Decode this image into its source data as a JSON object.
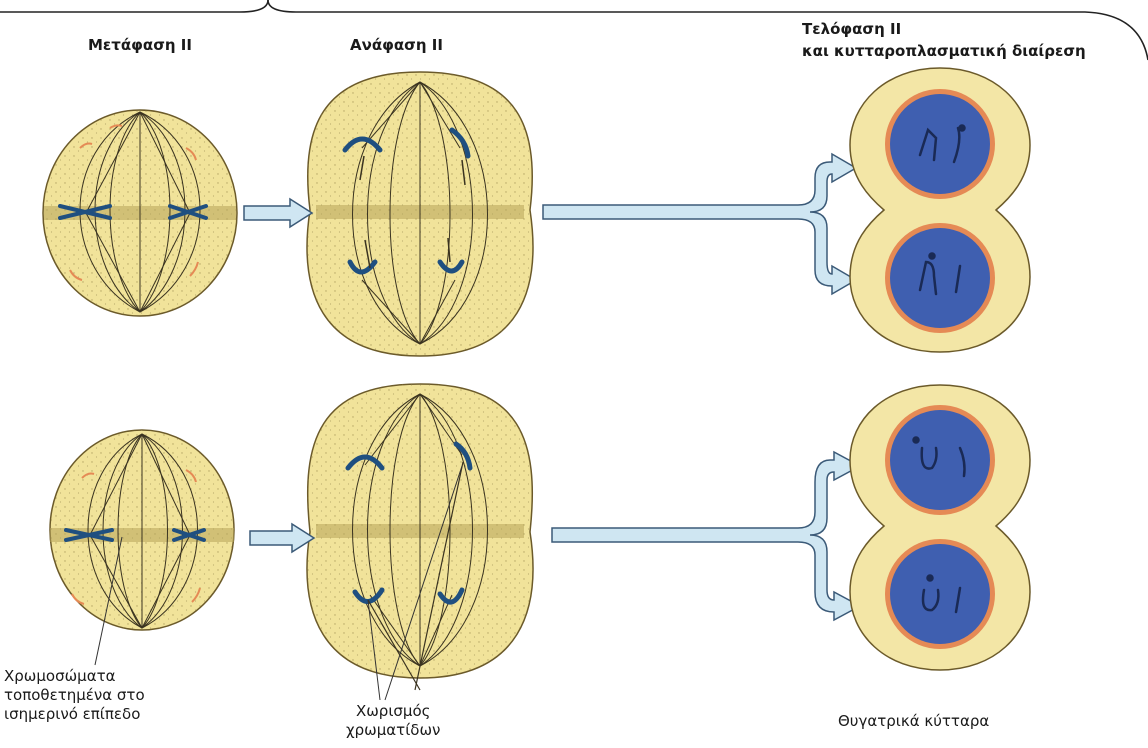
{
  "headers": {
    "metaphase": "Μετάφαση ΙΙ",
    "anaphase": "Ανάφαση ΙΙ",
    "telophase_line1": "Τελόφαση ΙΙ",
    "telophase_line2": "και κυτταροπλασματική διαίρεση"
  },
  "annotations": {
    "chromosomes_line1": "Χρωμοσώματα",
    "chromosomes_line2": "τοποθετημένα στο",
    "chromosomes_line3": "ισημερινό επίπεδο",
    "separation_line1": "Χωρισμός",
    "separation_line2": "χρωματίδων",
    "daughter_cells": "Θυγατρικά κύτταρα"
  },
  "colors": {
    "cell_fill": "#f1e39a",
    "cell_stroke": "#6b5a2a",
    "equator": "#b7a45a",
    "spindle": "#3a3320",
    "chromosome": "#1f4f80",
    "arrow_fill": "#cfe6f2",
    "arrow_stroke": "#3b5a78",
    "nucleus": "#3f5fb0",
    "nuclear_envelope": "#e58a55",
    "outer_cell": "#f3e6a6",
    "frame": "#222222"
  }
}
